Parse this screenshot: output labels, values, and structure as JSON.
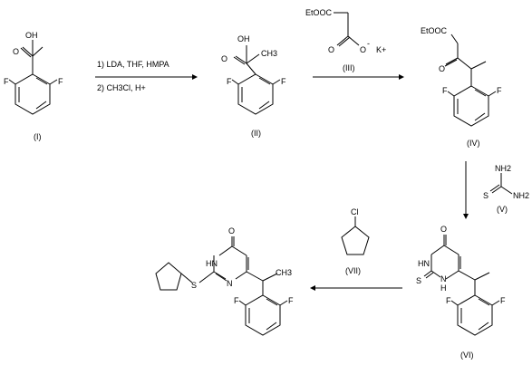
{
  "compounds": {
    "c1": {
      "caption": "(I)",
      "oh": "OH",
      "o": "O",
      "f_left": "F",
      "f_right": "F"
    },
    "c2": {
      "caption": "(II)",
      "oh": "OH",
      "o": "O",
      "ch3": "CH3",
      "f_left": "F",
      "f_right": "F"
    },
    "c3": {
      "caption": "(III)",
      "etooc": "EtOOC",
      "o": "O",
      "o_minus": "O",
      "charge": "-",
      "counterion": "K+"
    },
    "c4": {
      "caption": "(IV)",
      "etooc": "EtOOC",
      "o": "O",
      "f_left": "F",
      "f_right": "F"
    },
    "c5": {
      "caption": "(V)",
      "nh2_top": "NH2",
      "nh2_right": "NH2",
      "s": "S"
    },
    "c6": {
      "caption": "(VI)",
      "o": "O",
      "hn": "HN",
      "h": "H",
      "n": "N",
      "s": "S",
      "f_left": "F",
      "f_right": "F"
    },
    "c7": {
      "caption": "(VII)",
      "cl": "Cl"
    },
    "c8": {
      "o": "O",
      "hn": "HN",
      "n": "N",
      "s": "S",
      "ch3": "CH3",
      "f_left": "F",
      "f_right": "F"
    }
  },
  "reagents": {
    "step1_line1": "1) LDA, THF, HMPA",
    "step1_line2": "2) CH3Cl, H+"
  }
}
